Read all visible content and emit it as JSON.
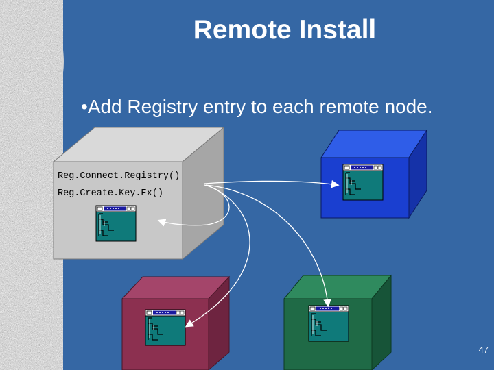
{
  "slide": {
    "title": "Remote Install",
    "bullet": "Add Registry entry to each remote node.",
    "bullet_marker": "•",
    "code_lines": [
      "Reg.Connect.Registry()",
      "Reg.Create.Key.Ex()"
    ],
    "page_number": "47"
  },
  "nodes": [
    {
      "name": "local-node",
      "color": "#c8c8c8"
    },
    {
      "name": "remote-node-blue",
      "color": "#1a3fd0"
    },
    {
      "name": "remote-node-red",
      "color": "#8c3050"
    },
    {
      "name": "remote-node-green",
      "color": "#1f6a46"
    }
  ],
  "colors": {
    "background": "#3567a4",
    "stone_texture": "#a9a9a9",
    "window_titlebar": "#1a1aa0",
    "window_body": "#0f7a7a"
  },
  "icons": [
    "registry-window-icon",
    "stone-texture"
  ]
}
